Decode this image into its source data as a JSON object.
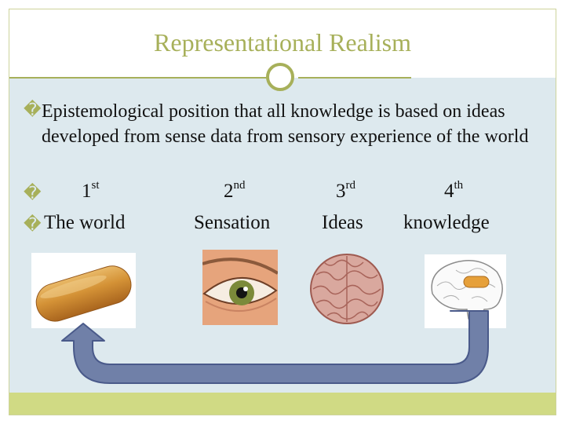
{
  "slide": {
    "title": "Representational Realism",
    "bullet_glyph": "�",
    "paragraph": "Epistemological position that all knowledge is based on ideas developed from sense data from sensory experience of the world",
    "ordinals": [
      {
        "num": "1",
        "sup": "st"
      },
      {
        "num": "2",
        "sup": "nd"
      },
      {
        "num": "3",
        "sup": "rd"
      },
      {
        "num": "4",
        "sup": "th"
      }
    ],
    "labels": [
      "The world",
      "Sensation",
      "Ideas",
      "knowledge"
    ]
  },
  "images": [
    "twinkie-cake-image",
    "eye-image",
    "brain-image",
    "brain-with-twinkie-image"
  ],
  "colors": {
    "accent": "#a7b05a",
    "content_background": "#dde9ee",
    "footer_bar": "#d0da84",
    "arrow_fill": "#7080a8",
    "arrow_stroke": "#4a5a8a"
  }
}
